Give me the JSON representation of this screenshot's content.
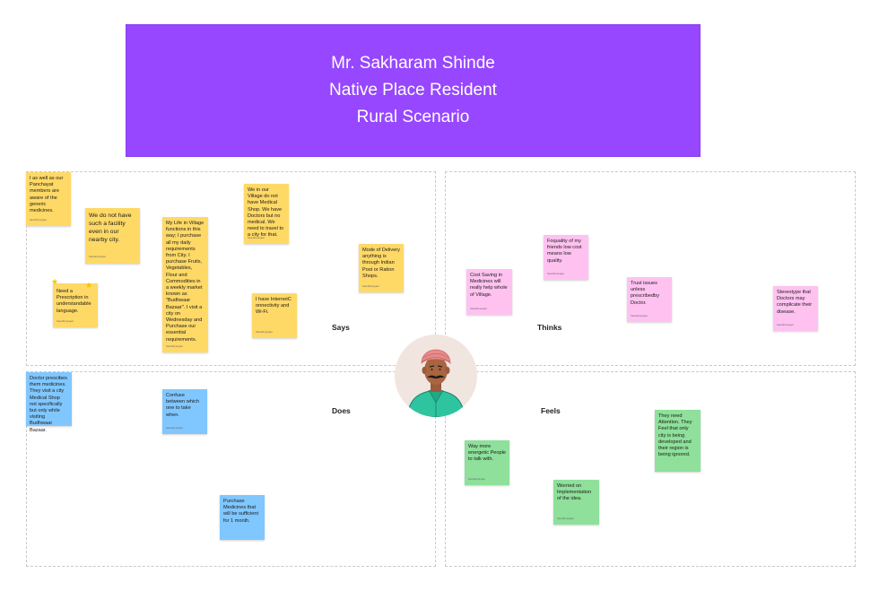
{
  "header": {
    "line1": "Mr.  Sakharam Shinde",
    "line2": "Native Place Resident",
    "line3": "Rural Scenario"
  },
  "quadrants": {
    "says": "Says",
    "thinks": "Thinks",
    "does": "Does",
    "feels": "Feels"
  },
  "author": "Saurabh jangam",
  "says_notes": [
    "I as well as our Panchayat members are aware of the generic medicines.",
    "We do not have such a facility even in our nearby city.",
    "My  Life in Village functions in this way; I purchase all my daily requirements from City. I purchase Fruits, Vegetables, Flour and Commodities in a weekly market known as \"Budhwaar Bazaar\". I visit a city on Wednesday and Purchase our essential requirements.",
    "We in our Village do not have Medical Shop. We have Doctors but no medical. We need to travel to a city for that.",
    "Need  a Prescription in understandable language.",
    "I have InternetConnectivity and Wi-Fi.",
    "Mode  of Delivery anything is through Indian Post or Ration Shops."
  ],
  "thinks_notes": [
    "Foquality of my friends low cost means low quality.",
    "Cost Saving in Medicines will really help whole of Village.",
    "Trust issues unless prescribedby Doctor.",
    "Stereotype that Doctors may complicate their disease."
  ],
  "does_notes": [
    "Doctor prescibes them medicines. They visit a city Medical Shop not specifically but only while visiting Budhwaar Bazaar.",
    "Confuse between which one to take when.",
    "Purchase Medicines that will be sufficient for 1 month."
  ],
  "feels_notes": [
    "They need Attention. They Feel that only city is being developed and their region is being ignored.",
    "Way more energetic People to talk with.",
    "Worried on Implementation of the idea."
  ],
  "colors": {
    "header": "#9747ff",
    "says_sticky": "#ffd966",
    "thinks_sticky": "#ffc2f0",
    "does_sticky": "#80c7ff",
    "feels_sticky": "#8ee09a"
  }
}
